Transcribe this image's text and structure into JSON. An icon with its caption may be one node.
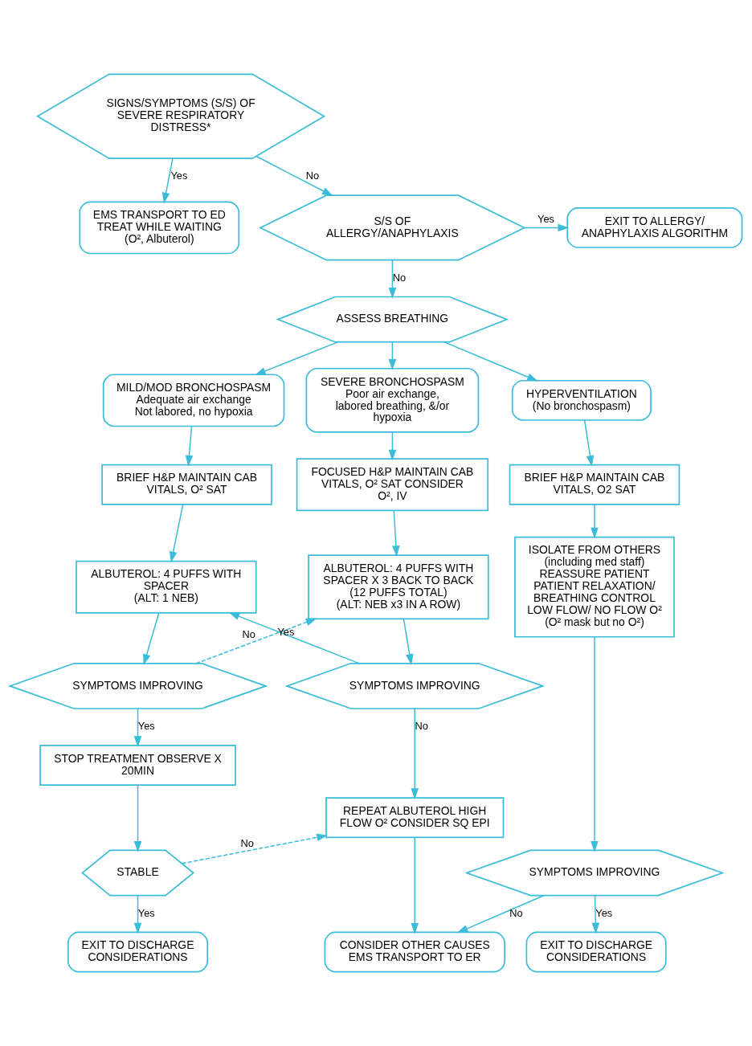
{
  "diagram": {
    "nodes": [
      {
        "text": [
          "SIGNS/SYMPTOMS (S/S) OF SEVERE RESPIRATORY DISTRESS*"
        ]
      },
      {
        "text": [
          "EMS TRANSPORT TO ED",
          "TREAT WHILE WAITING",
          "(O², Albuterol)"
        ]
      },
      {
        "text": [
          "S/S OF ALLERGY/ANAPHYLAXIS"
        ]
      },
      {
        "text": [
          "EXIT TO ALLERGY/ ANAPHYLAXIS ALGORITHM"
        ]
      },
      {
        "text": [
          "ASSESS BREATHING"
        ]
      },
      {
        "text": [
          "MILD/MOD BRONCHOSPASM",
          "Adequate air exchange Not labored, no hypoxia"
        ]
      },
      {
        "text": [
          "SEVERE BRONCHOSPASM",
          "Poor air exchange, labored breathing, &/or hypoxia"
        ]
      },
      {
        "text": [
          "HYPERVENTILATION",
          "(No bronchospasm)"
        ]
      },
      {
        "text": [
          "BRIEF H&P MAINTAIN CAB VITALS, O² SAT"
        ]
      },
      {
        "text": [
          "FOCUSED H&P MAINTAIN CAB VITALS, O² SAT CONSIDER O², IV"
        ]
      },
      {
        "text": [
          "BRIEF H&P MAINTAIN CAB VITALS, O2 SAT"
        ]
      },
      {
        "text": [
          "ALBUTEROL: 4 PUFFS WITH SPACER",
          "(ALT: 1 NEB)"
        ]
      },
      {
        "text": [
          "ALBUTEROL: 4 PUFFS WITH SPACER X 3 BACK TO BACK",
          "(12 PUFFS TOTAL)",
          "(ALT: NEB x3 IN A ROW)"
        ]
      },
      {
        "text": [
          "ISOLATE FROM OTHERS",
          "(including med staff)",
          "REASSURE PATIENT",
          "PATIENT RELAXATION/ BREATHING CONTROL",
          "LOW FLOW/ NO FLOW O²",
          "(O² mask but no O²)"
        ]
      },
      {
        "text": [
          "SYMPTOMS IMPROVING"
        ]
      },
      {
        "text": [
          "SYMPTOMS IMPROVING"
        ]
      },
      {
        "text": [
          "STOP TREATMENT OBSERVE X 20MIN"
        ]
      },
      {
        "text": [
          "REPEAT ALBUTEROL HIGH FLOW O² CONSIDER SQ EPI"
        ]
      },
      {
        "text": [
          "STABLE"
        ]
      },
      {
        "text": [
          "SYMPTOMS IMPROVING"
        ]
      },
      {
        "text": [
          "EXIT TO DISCHARGE CONSIDERATIONS"
        ]
      },
      {
        "text": [
          "CONSIDER OTHER CAUSES",
          "EMS TRANSPORT TO ER"
        ]
      },
      {
        "text": [
          "EXIT TO DISCHARGE CONSIDERATIONS"
        ]
      }
    ],
    "edges": [
      {
        "from": 0,
        "to": 1,
        "arrow": "to",
        "label": "Yes"
      },
      {
        "from": 0,
        "to": 2,
        "arrow": "to",
        "label": "No"
      },
      {
        "from": 2,
        "to": 3,
        "arrow": "to",
        "label": "Yes"
      },
      {
        "from": 2,
        "to": 4,
        "arrow": "to",
        "label": "No"
      },
      {
        "from": 4,
        "to": 5,
        "arrow": "to"
      },
      {
        "from": 4,
        "to": 6,
        "arrow": "to"
      },
      {
        "from": 4,
        "to": 7,
        "arrow": "to"
      },
      {
        "from": 5,
        "to": 8,
        "arrow": "to"
      },
      {
        "from": 6,
        "to": 9,
        "arrow": "to"
      },
      {
        "from": 7,
        "to": 10,
        "arrow": "to"
      },
      {
        "from": 8,
        "to": 11,
        "arrow": "to"
      },
      {
        "from": 9,
        "to": 12,
        "arrow": "to"
      },
      {
        "from": 10,
        "to": 13,
        "arrow": "to"
      },
      {
        "from": 11,
        "to": 14,
        "arrow": "to"
      },
      {
        "from": 12,
        "to": 15,
        "arrow": "to"
      },
      {
        "from": 13,
        "to": 19,
        "arrow": "to"
      },
      {
        "from": 14,
        "to": 16,
        "arrow": "to",
        "label": "Yes"
      },
      {
        "from": 14,
        "to": 12,
        "arrow": "to",
        "label": "No",
        "style": "dashed"
      },
      {
        "from": 15,
        "to": 11,
        "arrow": "to",
        "label": "Yes"
      },
      {
        "from": 15,
        "to": 17,
        "arrow": "to",
        "label": "No"
      },
      {
        "from": 16,
        "to": 18,
        "arrow": "to"
      },
      {
        "from": 18,
        "to": 20,
        "arrow": "to",
        "label": "Yes"
      },
      {
        "from": 18,
        "to": 17,
        "arrow": "to",
        "label": "No",
        "style": "dashed"
      },
      {
        "from": 17,
        "to": 21,
        "arrow": "to"
      },
      {
        "from": 19,
        "to": 22,
        "arrow": "to",
        "label": "Yes"
      },
      {
        "from": 19,
        "to": 21,
        "arrow": "to",
        "label": "No"
      }
    ]
  }
}
